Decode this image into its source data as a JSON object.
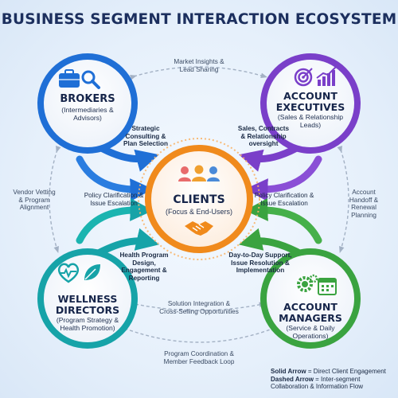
{
  "title": "BUSINESS SEGMENT INTERACTION ECOSYSTEM",
  "center": {
    "title": "CLIENTS",
    "subtitle": "(Focus & End-Users)"
  },
  "nodes": {
    "brokers": {
      "title": "BROKERS",
      "subtitle": "(Intermediaries & Advisors)",
      "color": "#1f6fd6"
    },
    "account_executives": {
      "title": "ACCOUNT EXECUTIVES",
      "title_line1": "ACCOUNT",
      "title_line2": "EXECUTIVES",
      "subtitle": "(Sales & Relationship Leads)",
      "color": "#7a3fc9"
    },
    "wellness_directors": {
      "title": "WELLNESS DIRECTORS",
      "title_line1": "WELLNESS",
      "title_line2": "DIRECTORS",
      "subtitle": "(Program Strategy & Health Promotion)",
      "color": "#16a3a8"
    },
    "account_managers": {
      "title": "ACCOUNT MANAGERS",
      "title_line1": "ACCOUNT",
      "title_line2": "MANAGERS",
      "subtitle": "(Service & Daily Operations)",
      "color": "#3aa340"
    }
  },
  "solid_labels": {
    "brokers_to_clients": "Strategic Consulting & Plan Selection",
    "ae_to_clients": "Sales, Contracts & Relationship oversight",
    "wd_to_clients": "Health Program Design, Engagement & Reporting",
    "am_to_clients": "Day-to-Day Support, Issue Resolution & Implementation"
  },
  "inner_labels": {
    "left": "Policy Clarification & Issue Escalation",
    "right": "Policy Clarification & Issue Escalation"
  },
  "dashed_labels": {
    "top": "Market Insights & Lead Sharing",
    "left": "Vendor Vetting & Program Alignment",
    "right": "Account Handoff & Renewal Planning",
    "middle_bottom": "Solution Integration & Cross-Selling Opportunities",
    "bottom": "Program Coordination & Member Feedback Loop"
  },
  "legend": {
    "solid_key": "Solid Arrow",
    "solid_text": " = Direct Client Engagement",
    "dashed_key": "Dashed Arrow",
    "dashed_text": " = Inter-segment Collaboration & Information Flow"
  },
  "colors": {
    "center_ring": "#f08a1c",
    "dashed": "#a3b1c4",
    "title": "#1c2f5e"
  }
}
